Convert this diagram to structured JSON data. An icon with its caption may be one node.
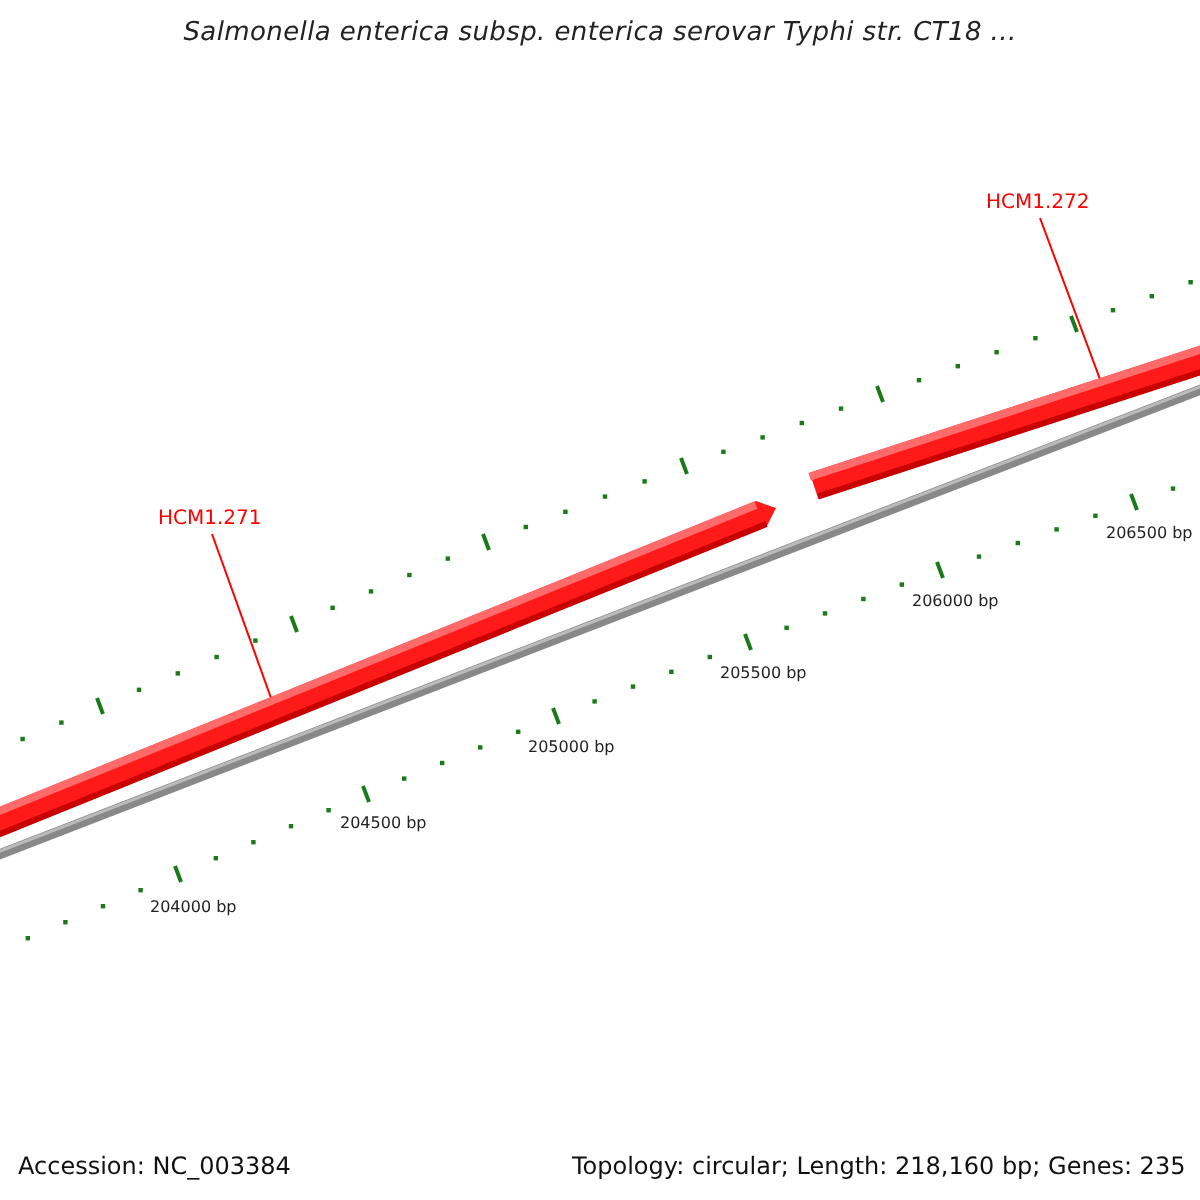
{
  "diagram": {
    "title": "Salmonella enterica subsp. enterica serovar Typhi str. CT18 ...",
    "nodes": [
      {
        "text": [
          "HCM1.271"
        ]
      },
      {
        "text": [
          "HCM1.272"
        ]
      },
      {
        "text": [],
        "shape": "arrow"
      },
      {
        "text": [],
        "shape": "bar"
      }
    ],
    "edges": [
      {
        "from": 0,
        "to": 2,
        "arrow": "none"
      },
      {
        "from": 1,
        "to": 3,
        "arrow": "none"
      }
    ],
    "labels": [
      "206500 bp",
      "206000 bp",
      "205500 bp",
      "205000 bp",
      "204500 bp",
      "204000 bp",
      "Accession: NC_003384",
      "Topology: circular; Length: 218,160 bp; Genes: 235"
    ]
  }
}
